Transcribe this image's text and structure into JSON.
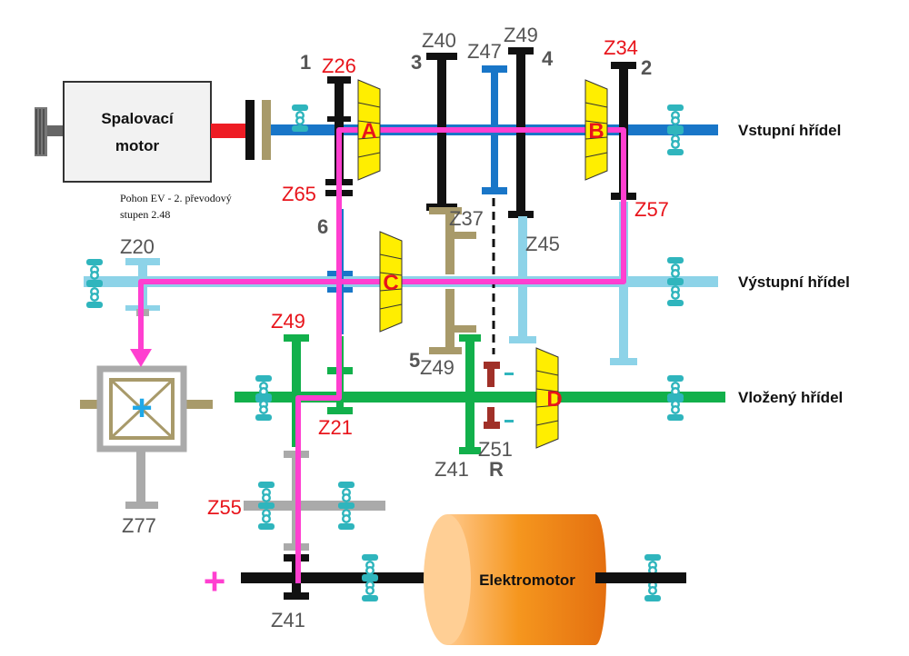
{
  "colors": {
    "input_shaft": "#1976c8",
    "output_shaft": "#8dd3e8",
    "intermediate_shaft": "#12b04b",
    "power_flow": "#ff3fd0",
    "synchronizer": "#ffee00",
    "gear_black": "#111111",
    "gear_khaki": "#a89a6a",
    "gear_gray": "#aaaaaa",
    "gear_darkred": "#a03028",
    "electromotor": "#f08a1c",
    "bearing": "#2fb5bd",
    "label_red": "#e8141b"
  },
  "components": {
    "engine": "Spalovací\nmotor",
    "electromotor": "Elektromotor"
  },
  "note": {
    "line1": "Pohon EV  -  2. převodový",
    "line2": "stupen  2.48"
  },
  "shafts": {
    "input": "Vstupní hřídel",
    "output": "Výstupní hřídel",
    "intermediate": "Vložený hřídel"
  },
  "synchronizers": [
    "A",
    "B",
    "C",
    "D"
  ],
  "gear_numbers": [
    "1",
    "2",
    "3",
    "4",
    "5",
    "6",
    "R"
  ],
  "gear_labels": {
    "z26": "Z26",
    "z65": "Z65",
    "z40": "Z40",
    "z47": "Z47",
    "z49_top": "Z49",
    "z34": "Z34",
    "z57": "Z57",
    "z37": "Z37",
    "z45": "Z45",
    "z20": "Z20",
    "z49_left": "Z49",
    "z49_mid": "Z49",
    "z21": "Z21",
    "z51": "Z51",
    "z41_mid": "Z41",
    "z55": "Z55",
    "z77": "Z77",
    "z41_bottom": "Z41"
  },
  "icons": {
    "plus_pink": "+",
    "differential_plus": "+"
  }
}
